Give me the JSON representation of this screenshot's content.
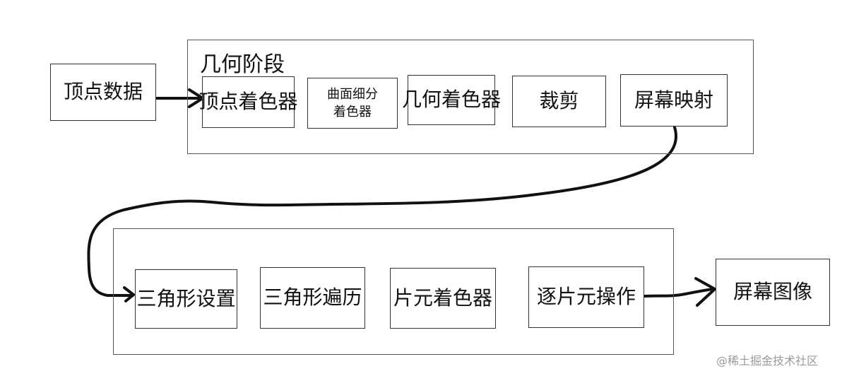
{
  "input": {
    "label": "顶点数据"
  },
  "geometry_stage": {
    "title": "几何阶段",
    "steps": [
      "顶点着色器",
      "曲面细分着色器",
      "几何着色器",
      "裁剪",
      "屏幕映射"
    ]
  },
  "raster_stage": {
    "steps": [
      "三角形设置",
      "三角形遍历",
      "片元着色器",
      "逐片元操作"
    ]
  },
  "output": {
    "label": "屏幕图像"
  },
  "watermark": "@稀土掘金技术社区"
}
